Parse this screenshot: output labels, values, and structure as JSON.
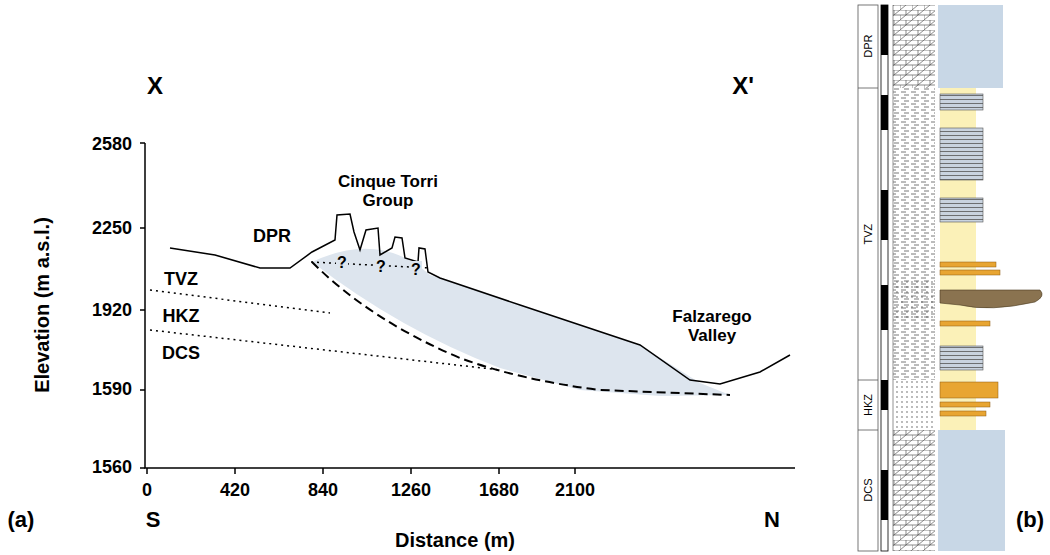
{
  "diagram": {
    "labels": [
      "X",
      "X'",
      "2580",
      "2250",
      "1920",
      "1590",
      "1560",
      "Elevation (m a.s.l.)",
      "Cinque Torri Group",
      "DPR",
      "?",
      "?",
      "?",
      "TVZ",
      "HKZ",
      "DCS",
      "Falzarego Valley",
      "0",
      "420",
      "840",
      "1260",
      "1680",
      "2100",
      "(a)",
      "S",
      "N",
      "Distance (m)",
      "(b)",
      "DPR",
      "TVZ",
      "HKZ",
      "DCS"
    ]
  }
}
